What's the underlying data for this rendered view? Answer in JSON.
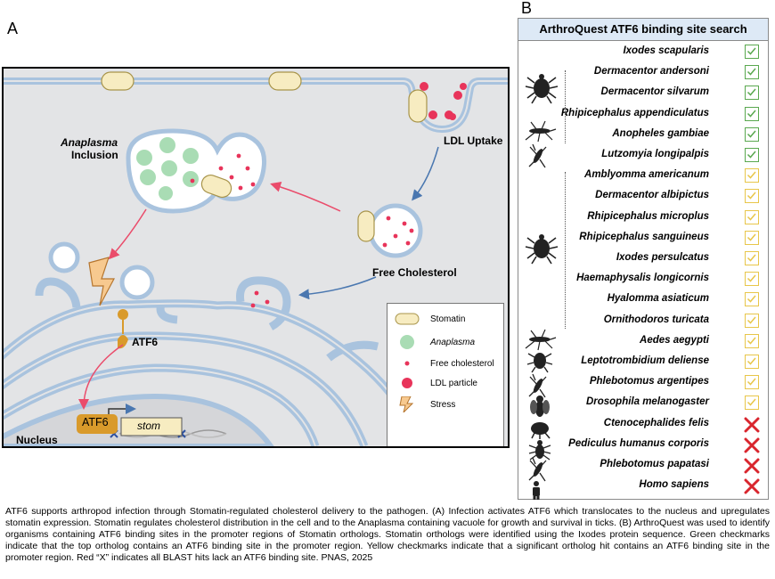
{
  "panel_a": {
    "letter": "A",
    "labels": {
      "inclusion_italic": "Anaplasma",
      "inclusion": "Inclusion",
      "ldl_uptake": "LDL Uptake",
      "free_cholesterol": "Free Cholesterol",
      "atf6": "ATF6",
      "nucleus": "Nucleus",
      "atf6_box": "ATF6",
      "gene": "stom"
    },
    "legend": [
      {
        "symbol": "stomatin",
        "label": "Stomatin",
        "italic": false
      },
      {
        "symbol": "anaplasma",
        "label": "Anaplasma",
        "italic": true
      },
      {
        "symbol": "free-cholesterol",
        "label": "Free cholesterol",
        "italic": false
      },
      {
        "symbol": "ldl-particle",
        "label": "LDL particle",
        "italic": false
      },
      {
        "symbol": "stress",
        "label": "Stress",
        "italic": false
      }
    ],
    "colors": {
      "cytoplasm": "#e3e4e6",
      "membrane": "#a9c3de",
      "stomatin_fill": "#f7ecc1",
      "stomatin_stroke": "#a8944a",
      "anaplasma": "#a9dcb4",
      "cholesterol": "#e8345a",
      "atf6": "#d99a2b",
      "arrow_red": "#ea4c6b",
      "arrow_blue": "#4a77b0"
    }
  },
  "panel_b": {
    "letter": "B",
    "title": "ArthroQuest ATF6 binding site search",
    "organisms": [
      {
        "name": "Ixodes scapularis",
        "result": "green"
      },
      {
        "name": "Dermacentor andersoni",
        "result": "green"
      },
      {
        "name": "Dermacentor silvarum",
        "result": "green"
      },
      {
        "name": "Rhipicephalus appendiculatus",
        "result": "green"
      },
      {
        "name": "Anopheles gambiae",
        "result": "green"
      },
      {
        "name": "Lutzomyia longipalpis",
        "result": "green"
      },
      {
        "name": "Amblyomma americanum",
        "result": "yellow"
      },
      {
        "name": "Dermacentor albipictus",
        "result": "yellow"
      },
      {
        "name": "Rhipicephalus microplus",
        "result": "yellow"
      },
      {
        "name": "Rhipicephalus sanguineus",
        "result": "yellow"
      },
      {
        "name": "Ixodes persulcatus",
        "result": "yellow"
      },
      {
        "name": "Haemaphysalis longicornis",
        "result": "yellow"
      },
      {
        "name": "Hyalomma asiaticum",
        "result": "yellow"
      },
      {
        "name": "Ornithodoros turicata",
        "result": "yellow"
      },
      {
        "name": "Aedes aegypti",
        "result": "yellow"
      },
      {
        "name": "Leptotrombidium deliense",
        "result": "yellow"
      },
      {
        "name": "Phlebotomus argentipes",
        "result": "yellow"
      },
      {
        "name": "Drosophila melanogaster",
        "result": "yellow"
      },
      {
        "name": "Ctenocephalides felis",
        "result": "red"
      },
      {
        "name": "Pediculus humanus corporis",
        "result": "red"
      },
      {
        "name": "Phlebotomus papatasi",
        "result": "red"
      },
      {
        "name": "Homo sapiens",
        "result": "red"
      }
    ],
    "icons": [
      "tick-icon",
      "mosquito-icon",
      "sandfly-icon",
      "tick-icon",
      "mosquito-icon",
      "mite-icon",
      "sandfly-icon",
      "fly-icon",
      "flea-icon",
      "louse-icon",
      "sandfly-icon",
      "human-icon"
    ],
    "colors": {
      "green": "#5aa84f",
      "yellow": "#e8c64a",
      "red": "#d9262e",
      "header": "#dde9f6"
    }
  },
  "caption": "ATF6 supports arthropod infection through Stomatin-regulated cholesterol delivery to the pathogen. (A) Infection activates ATF6 which translocates to the nucleus and upregulates stomatin expression. Stomatin regulates cholesterol distribution in the cell and to the Anaplasma containing vacuole for growth and survival in ticks. (B) ArthroQuest was used to identify organisms containing ATF6 binding sites in the promoter regions of Stomatin orthologs. Stomatin orthologs were identified using the Ixodes protein sequence. Green checkmarks indicate that the top ortholog contains an ATF6 binding site in the promoter region. Yellow checkmarks indicate that a significant ortholog hit contains an ATF6 binding site in the promoter region. Red “X” indicates all BLAST hits lack an ATF6 binding site. PNAS, 2025"
}
